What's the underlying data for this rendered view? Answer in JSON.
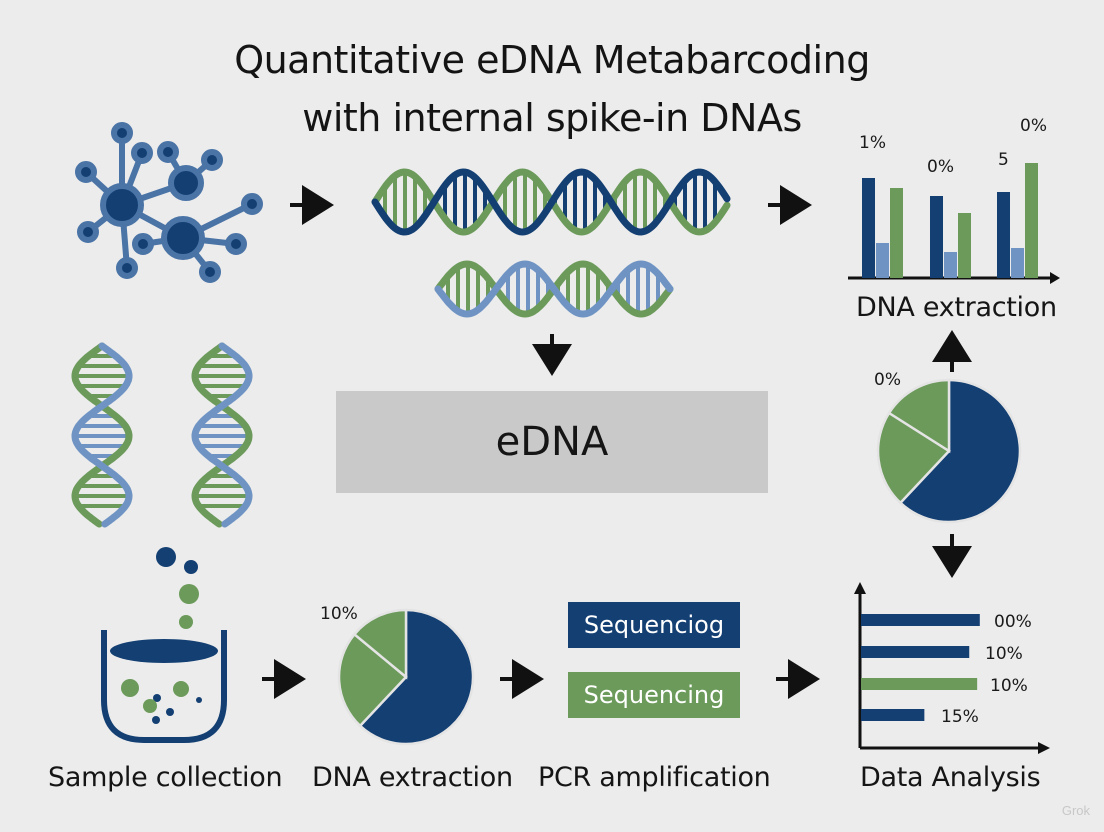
{
  "title_line1": "Quantitative eDNA Metabarcoding",
  "title_line2": "with internal spike-in DNAs",
  "center_box_label": "eDNA",
  "steps": {
    "sample_collection": "Sample collection",
    "dna_extraction_bottom": "DNA extraction",
    "pcr_amplification": "PCR amplification",
    "data_analysis": "Data Analysis",
    "dna_extraction_top": "DNA extraction"
  },
  "sequencing_boxes": {
    "top": "Sequenciog",
    "bottom": "Sequencing"
  },
  "colors": {
    "navy": "#133f73",
    "green": "#6b9a5a",
    "light_blue": "#6f94c4",
    "box_gray": "#c9c9c9",
    "background": "#ececec"
  },
  "watermark": "Grok",
  "chart_data": [
    {
      "type": "bar",
      "title": "",
      "data_labels": [
        "1%",
        "0%",
        "5",
        "0%"
      ],
      "series": [
        {
          "color": "#133f73",
          "values": [
            100,
            82,
            86
          ]
        },
        {
          "color": "#6f94c4",
          "values": [
            35,
            26,
            30
          ]
        },
        {
          "color": "#6b9a5a",
          "values": [
            90,
            65,
            115
          ]
        }
      ]
    },
    {
      "type": "pie",
      "label": "0%",
      "values": [
        62,
        22,
        16
      ],
      "colors": [
        "#133f73",
        "#6b9a5a",
        "#6b9a5a"
      ]
    },
    {
      "type": "pie",
      "label": "10%",
      "values": [
        62,
        24,
        14
      ],
      "colors": [
        "#133f73",
        "#6b9a5a",
        "#6b9a5a"
      ]
    },
    {
      "type": "bar",
      "orientation": "horizontal",
      "categories": [
        "00%",
        "10%",
        "10%",
        "15%"
      ],
      "values": [
        90,
        82,
        88,
        48
      ],
      "colors": [
        "#133f73",
        "#133f73",
        "#6b9a5a",
        "#133f73"
      ]
    }
  ]
}
